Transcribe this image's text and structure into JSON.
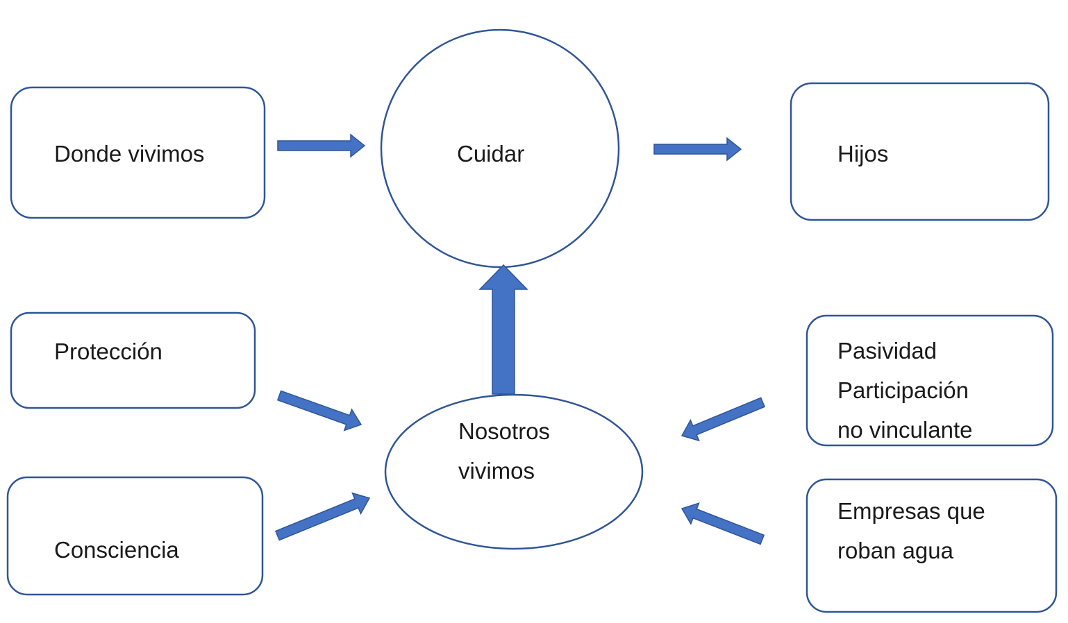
{
  "colors": {
    "stroke": "#2F5597",
    "arrow_fill": "#4472C4"
  },
  "nodes": {
    "donde_vivimos": "Donde vivimos",
    "cuidar": "Cuidar",
    "hijos": "Hijos",
    "proteccion": "Protección",
    "consciencia": "Consciencia",
    "nosotros_vivimos": [
      "Nosotros",
      "vivimos"
    ],
    "pasividad": [
      "Pasividad",
      "Participación",
      "no vinculante"
    ],
    "empresas": [
      "Empresas que",
      "roban agua"
    ]
  },
  "edges": [
    {
      "from": "Donde vivimos",
      "to": "Cuidar"
    },
    {
      "from": "Cuidar",
      "to": "Hijos"
    },
    {
      "from": "Nosotros vivimos",
      "to": "Cuidar"
    },
    {
      "from": "Protección",
      "to": "Nosotros vivimos"
    },
    {
      "from": "Consciencia",
      "to": "Nosotros vivimos"
    },
    {
      "from": "Pasividad Participación no vinculante",
      "to": "Nosotros vivimos"
    },
    {
      "from": "Empresas que roban agua",
      "to": "Nosotros vivimos"
    }
  ]
}
